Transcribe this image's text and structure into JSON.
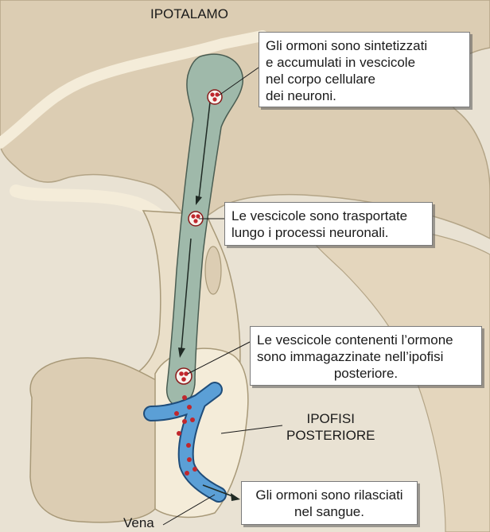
{
  "labels": {
    "hypothalamus": "IPOTALAMO",
    "posterior_pituitary": [
      "IPOFISI",
      "POSTERIORE"
    ],
    "vein": "Vena"
  },
  "callouts": {
    "synthesis": [
      "Gli ormoni sono sintetizzati",
      "e accumulati in vescicole",
      "nel corpo cellulare",
      "dei neuroni."
    ],
    "transport": [
      "Le vescicole sono trasportate",
      "lungo i processi neuronali."
    ],
    "storage": [
      "Le vescicole contenenti l’ormone",
      "sono immagazzinate nell’ipofisi",
      "posteriore."
    ],
    "release": [
      "Gli ormoni sono rilasciati",
      "nel sangue."
    ]
  },
  "colors": {
    "background": "#e9e2d3",
    "tissue": "#dccdb3",
    "tissue_light": "#f4ecd9",
    "neuron": "#9fb9aa",
    "vesicle": "#c0272d",
    "vein": "#5b9fd6"
  }
}
